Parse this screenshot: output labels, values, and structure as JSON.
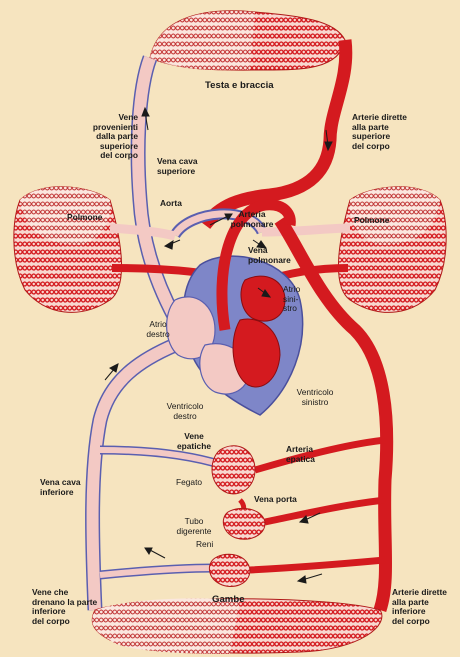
{
  "labels": {
    "testa_braccia": "Testa e braccia",
    "vene_superiori": "Vene\nprovenienti\ndalla parte\nsuperiore\ndel corpo",
    "arterie_superiori": "Arterie dirette\nalla parte\nsuperiore\ndel corpo",
    "vena_cava_superiore": "Vena cava\nsuperiore",
    "aorta": "Aorta",
    "arteria_polmonare": "Arteria\npolmonare",
    "vena_polmonare": "Vena\npolmonare",
    "polmone_sx": "Polmone",
    "polmone_dx": "Polmone",
    "atrio_destro": "Atrio\ndestro",
    "atrio_sinistro": "Atrio\nsini-\nstro",
    "ventricolo_destro": "Ventricolo\ndestro",
    "ventricolo_sinistro": "Ventricolo\nsinistro",
    "vene_epatiche": "Vene\nepatiche",
    "arteria_epatica": "Arteria\nepatica",
    "fegato": "Fegato",
    "vena_porta": "Vena porta",
    "tubo_digerente": "Tubo\ndigerente",
    "reni": "Reni",
    "vena_cava_inferiore": "Vena cava\ninferiore",
    "gambe": "Gambe",
    "vene_inferiori": "Vene che\ndrenano la parte\ninferiore\ndel corpo",
    "arterie_inferiori": "Arterie dirette\nalla parte\ninferiore\ndel corpo"
  },
  "colors": {
    "background": "#f6e4bf",
    "arterial": "#d41a1f",
    "venous": "#f3c9c4",
    "venous_outline": "#5a5fb0",
    "heart_muscle": "#7e86c8",
    "capillary_stroke": "#d41a1f"
  }
}
